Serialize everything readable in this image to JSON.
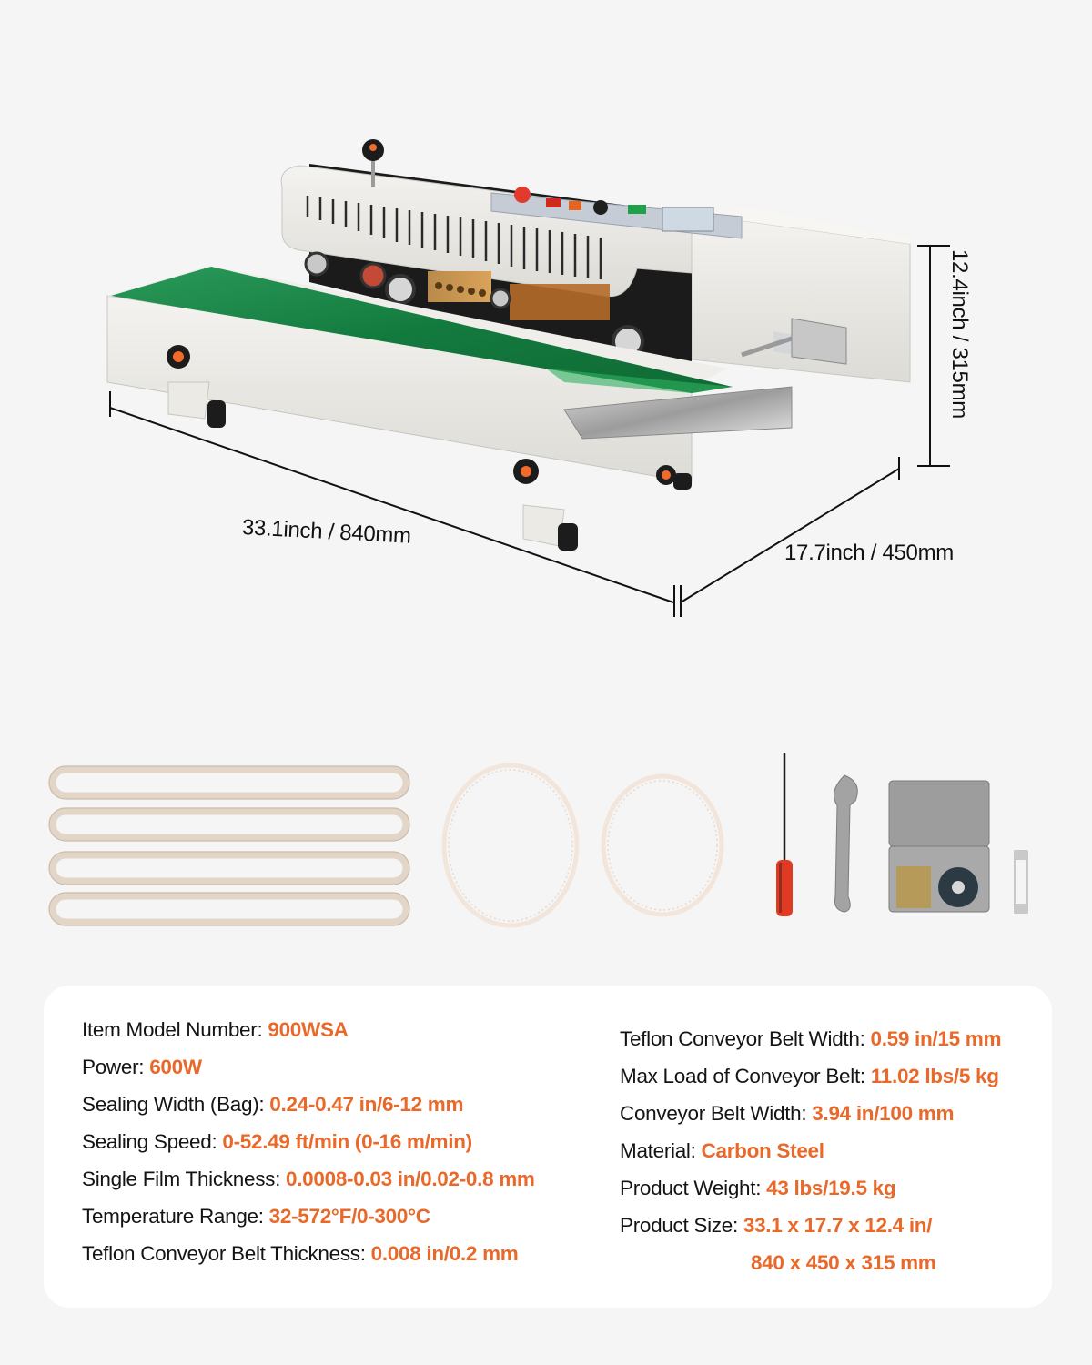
{
  "colors": {
    "background": "#f5f5f5",
    "card": "#ffffff",
    "accent_value": "#e8692a",
    "label_text": "#141414",
    "belt_green": "#1e8a4c",
    "machine_body": "#ecebe6",
    "knob_orange": "#f36b2b"
  },
  "product_image": {
    "alt": "continuous band sealer machine with green conveyor belt",
    "dimensions": {
      "length": "33.1inch / 840mm",
      "depth": "17.7inch / 450mm",
      "height": "12.4inch / 315mm"
    }
  },
  "accessories": [
    {
      "name": "teflon-belt",
      "count": 4
    },
    {
      "name": "timing-belt",
      "count": 2
    },
    {
      "name": "screwdriver",
      "count": 1
    },
    {
      "name": "spanner-wrench",
      "count": 1
    },
    {
      "name": "character-type-box",
      "count": 1
    },
    {
      "name": "glass-fuse",
      "count": 1
    }
  ],
  "specs": {
    "left": [
      {
        "label": "Item Model Number: ",
        "value": "900WSA"
      },
      {
        "label": "Power: ",
        "value": "600W"
      },
      {
        "label": "Sealing Width (Bag): ",
        "value": "0.24-0.47 in/6-12 mm"
      },
      {
        "label": "Sealing Speed: ",
        "value": "0-52.49 ft/min (0-16 m/min)"
      },
      {
        "label": "Single Film Thickness: ",
        "value": "0.0008-0.03 in/0.02-0.8 mm"
      },
      {
        "label": "Temperature Range: ",
        "value": "32-572°F/0-300°C"
      },
      {
        "label": "Teflon Conveyor Belt Thickness: ",
        "value": "0.008 in/0.2 mm"
      }
    ],
    "right": [
      {
        "label": "Teflon Conveyor Belt Width: ",
        "value": "0.59 in/15 mm"
      },
      {
        "label": "Max Load of Conveyor Belt: ",
        "value": "11.02 lbs/5 kg"
      },
      {
        "label": "Conveyor Belt Width: ",
        "value": "3.94 in/100 mm"
      },
      {
        "label": "Material: ",
        "value": "Carbon Steel"
      },
      {
        "label": "Product Weight: ",
        "value": "43 lbs/19.5 kg"
      },
      {
        "label": "Product Size: ",
        "value": "33.1 x 17.7 x 12.4 in/"
      },
      {
        "label": "",
        "value": "840 x 450 x 315 mm"
      }
    ]
  }
}
